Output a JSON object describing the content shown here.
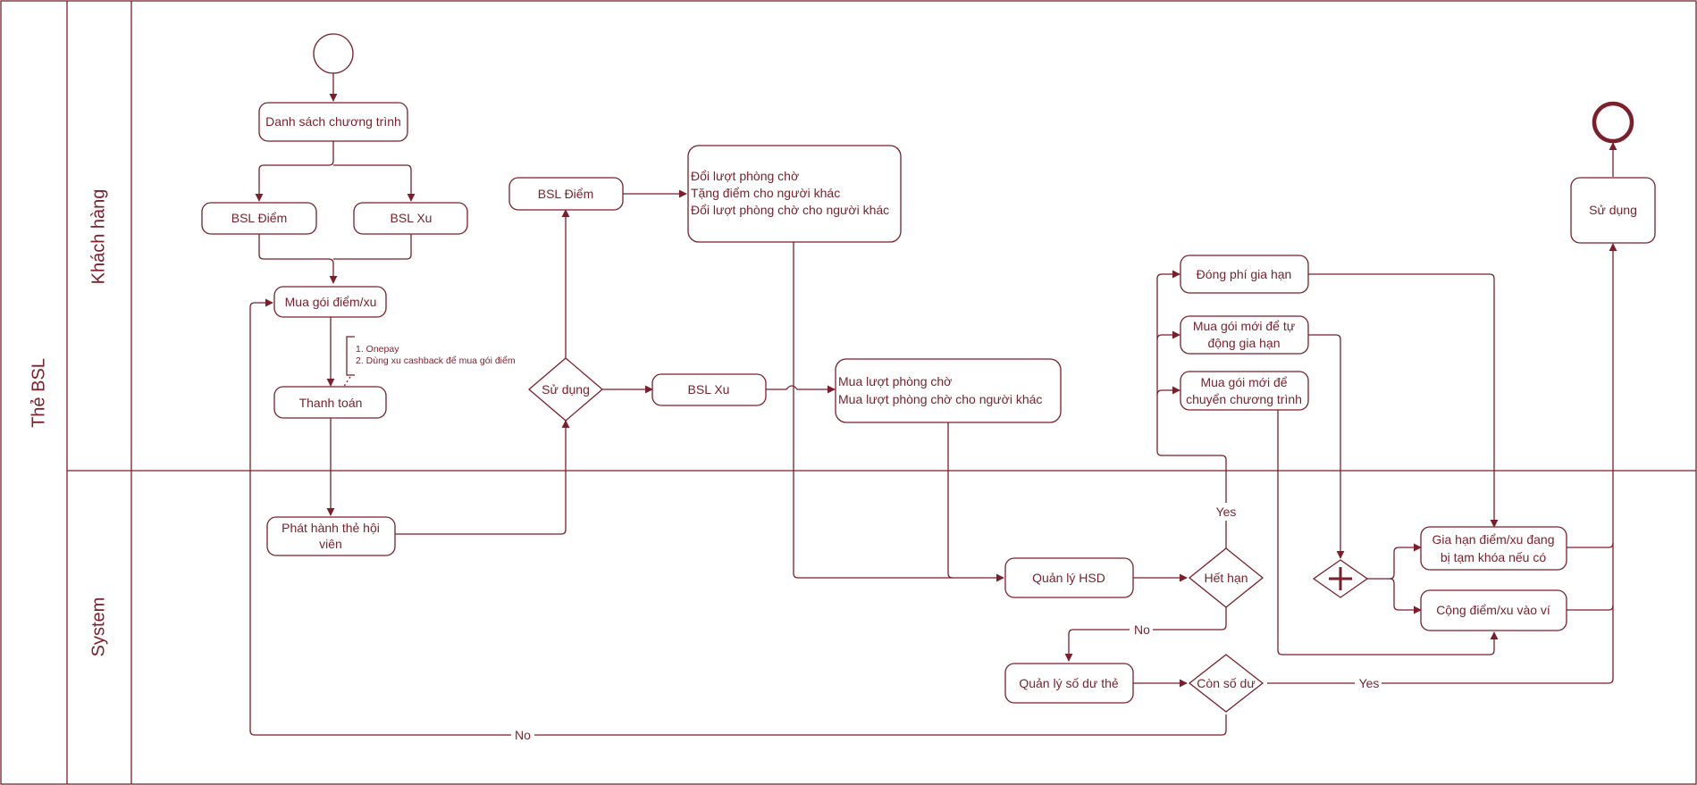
{
  "pool": {
    "title": "Thẻ BSL"
  },
  "lanes": {
    "customer": "Khách hàng",
    "system": "System"
  },
  "nodes": {
    "danh_sach": "Danh sách chương trình",
    "bsl_diem_1": "BSL Điểm",
    "bsl_xu_1": "BSL Xu",
    "mua_goi": "Mua gói điểm/xu",
    "thanh_toan": "Thanh toán",
    "phat_hanh": [
      "Phát hành thẻ hội",
      "viên"
    ],
    "su_dung_gateway": "Sử dụng",
    "bsl_diem_2": "BSL Điểm",
    "bsl_xu_2": "BSL Xu",
    "doi_luot": [
      "Đổi lượt phòng chờ",
      "Tặng điểm cho người khác",
      "Đổi lượt phòng chờ cho người khác"
    ],
    "mua_luot": [
      "Mua lượt phòng chờ",
      "Mua lượt phòng chờ cho người khác"
    ],
    "dong_phi": "Đóng phí gia hạn",
    "mua_goi_moi_1": [
      "Mua gói mới để tự",
      "động gia hạn"
    ],
    "mua_goi_moi_2": [
      "Mua gói mới để",
      "chuyển chương trình"
    ],
    "quan_ly_hsd": "Quản lý HSD",
    "het_han": "Hết hạn",
    "quan_ly_so_du": "Quản lý số dư thẻ",
    "con_so_du": "Còn số dư",
    "gia_han": [
      "Gia hạn điểm/xu đang",
      "bị tạm khóa nếu có"
    ],
    "cong_diem": "Cộng điểm/xu vào ví",
    "su_dung_end": "Sử dụng"
  },
  "annotation": [
    "1. Onepay",
    "2. Dùng xu cashback để mua gói điểm"
  ],
  "edge_labels": {
    "yes_1": "Yes",
    "no_1": "No",
    "yes_2": "Yes",
    "no_2": "No"
  },
  "colors": {
    "stroke": "#7a1f2b",
    "background": "#ffffff"
  }
}
